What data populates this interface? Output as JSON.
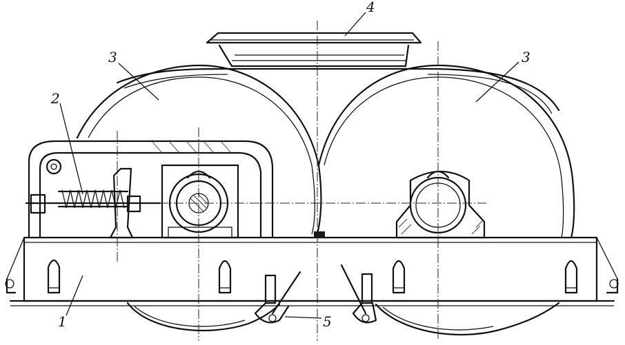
{
  "callouts": [
    {
      "id": "1",
      "text": "1"
    },
    {
      "id": "2",
      "text": "2"
    },
    {
      "id": "3a",
      "text": "3"
    },
    {
      "id": "3b",
      "text": "3"
    },
    {
      "id": "4",
      "text": "4"
    },
    {
      "id": "5",
      "text": "5"
    }
  ]
}
